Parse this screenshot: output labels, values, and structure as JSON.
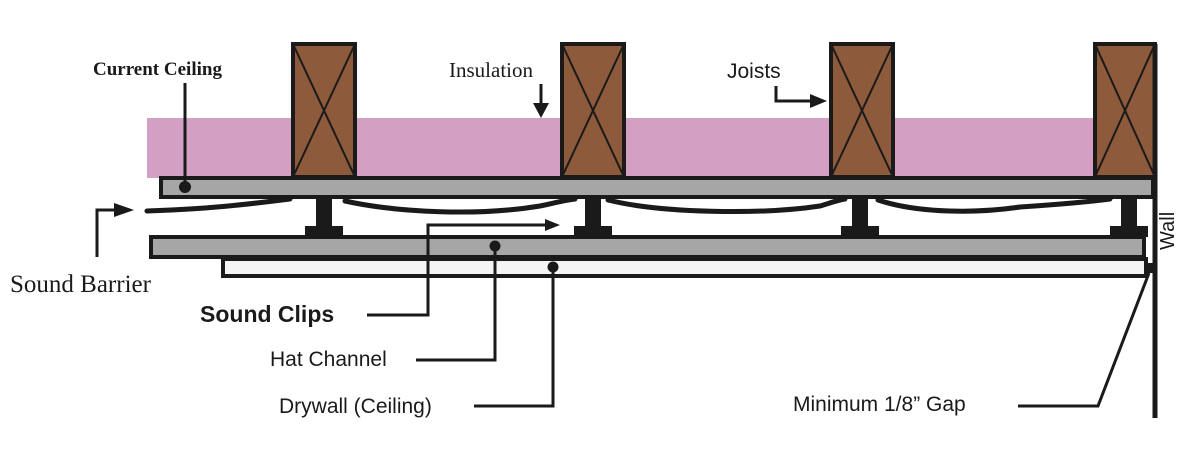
{
  "labels": {
    "current_ceiling": "Current Ceiling",
    "insulation": "Insulation",
    "joists": "Joists",
    "sound_barrier": "Sound Barrier",
    "sound_clips": "Sound Clips",
    "hat_channel": "Hat Channel",
    "drywall": "Drywall (Ceiling)",
    "wall": "Wall",
    "gap": "Minimum 1/8” Gap"
  },
  "colors": {
    "insulation": "#d3a0c3",
    "joist_wood": "#8d5a3b",
    "panel_gray": "#a6a6a6",
    "drywall_fill": "#f4f4f4",
    "line": "#1a1a1a"
  }
}
